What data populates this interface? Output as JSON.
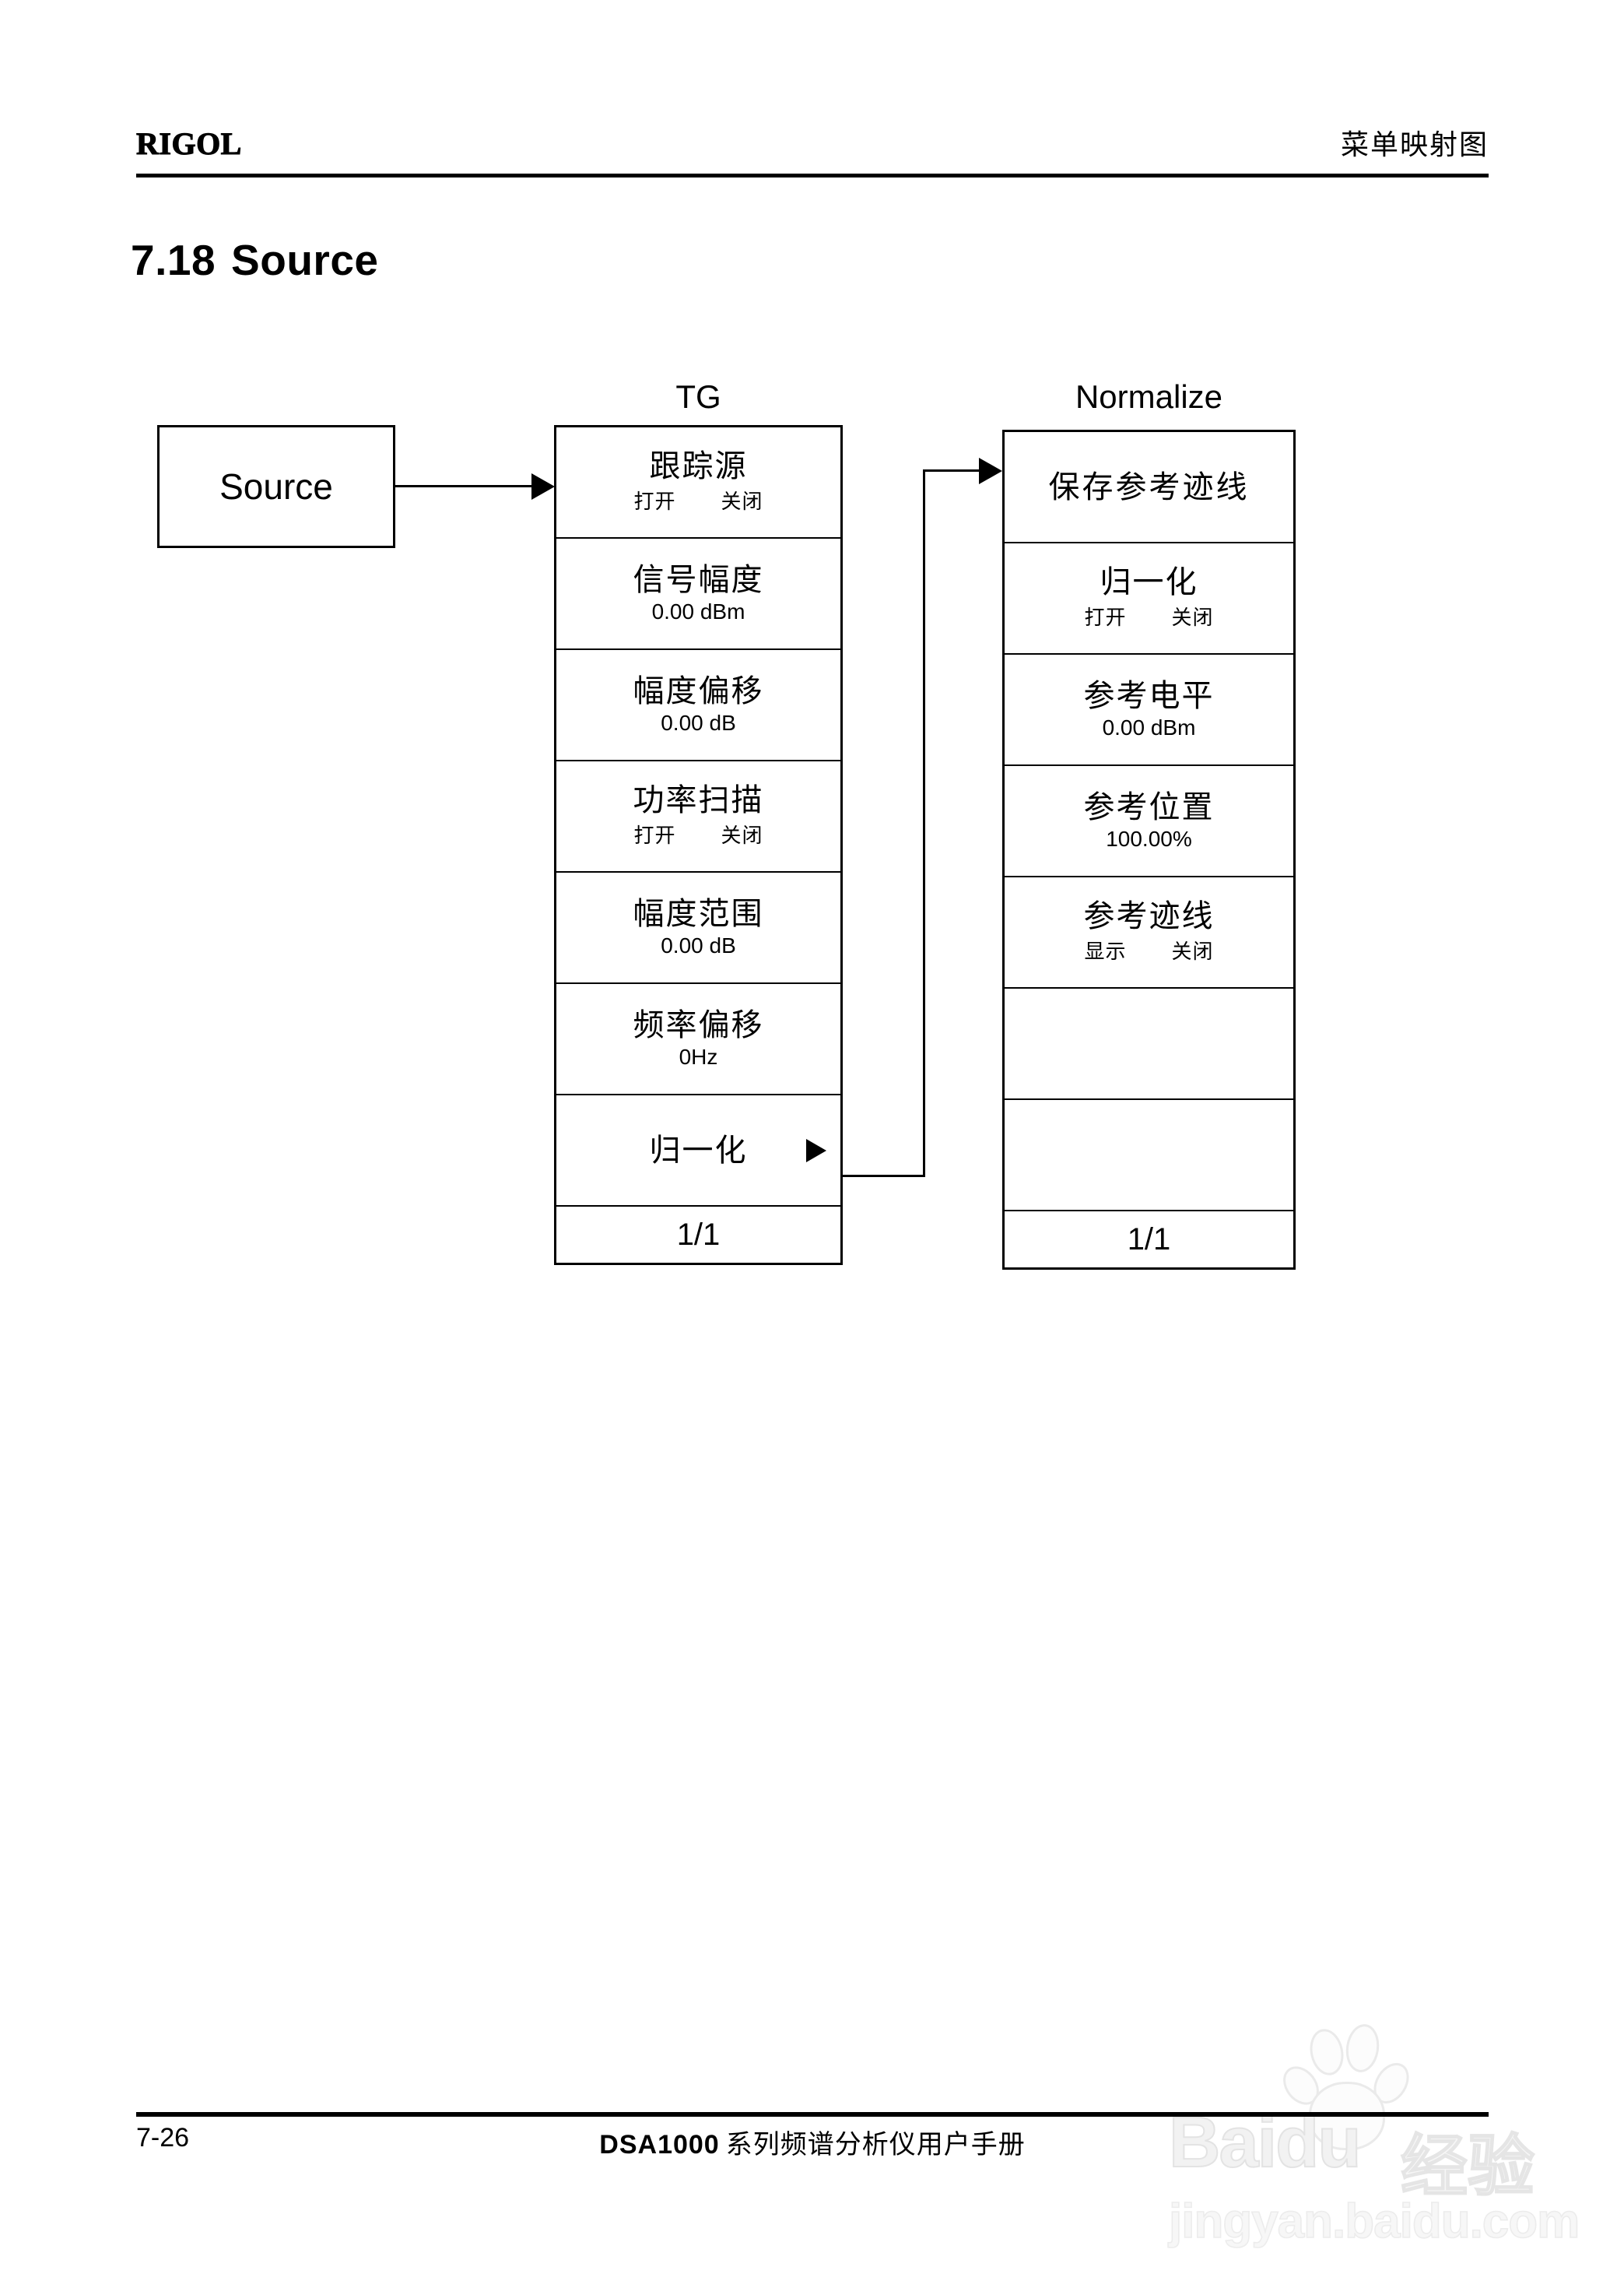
{
  "header": {
    "brand": "RIGOL",
    "right_title": "菜单映射图"
  },
  "section": {
    "number": "7.18",
    "title": "Source"
  },
  "diagram": {
    "root": {
      "label": "Source"
    },
    "columns": [
      {
        "id": "tg",
        "header": "TG",
        "cells": [
          {
            "type": "soft",
            "title": "跟踪源",
            "sub_on": "打开",
            "sub_off": "关闭"
          },
          {
            "type": "soft",
            "title": "信号幅度",
            "value": "0.00 dBm"
          },
          {
            "type": "soft",
            "title": "幅度偏移",
            "value": "0.00 dB"
          },
          {
            "type": "soft",
            "title": "功率扫描",
            "sub_on": "打开",
            "sub_off": "关闭"
          },
          {
            "type": "soft",
            "title": "幅度范围",
            "value": "0.00 dB"
          },
          {
            "type": "soft",
            "title": "频率偏移",
            "value": "0Hz"
          },
          {
            "type": "soft",
            "title": "归一化",
            "caret": "submenu-caret"
          },
          {
            "type": "page",
            "label": "1/1"
          }
        ]
      },
      {
        "id": "normalize",
        "header": "Normalize",
        "cells": [
          {
            "type": "soft",
            "title": "保存参考迹线"
          },
          {
            "type": "soft",
            "title": "归一化",
            "sub_on": "打开",
            "sub_off": "关闭"
          },
          {
            "type": "soft",
            "title": "参考电平",
            "value": "0.00 dBm"
          },
          {
            "type": "soft",
            "title": "参考位置",
            "value": "100.00%"
          },
          {
            "type": "soft",
            "title": "参考迹线",
            "sub_on": "显示",
            "sub_off": "关闭"
          },
          {
            "type": "blank",
            "title": ""
          },
          {
            "type": "blank",
            "title": ""
          },
          {
            "type": "page",
            "label": "1/1"
          }
        ]
      }
    ],
    "connectors": [
      {
        "name": "source-to-tg",
        "from": "Source",
        "to": "跟踪源"
      },
      {
        "name": "normalize-to-column",
        "from": "归一化",
        "to": "保存参考迹线"
      }
    ]
  },
  "footer": {
    "page_number": "7-26",
    "doc_model": "DSA1000",
    "doc_title": "系列频谱分析仪用户手册"
  },
  "watermark": {
    "brand": "Baidu",
    "brand_cn": "经验",
    "url": "jingyan.baidu.com"
  }
}
